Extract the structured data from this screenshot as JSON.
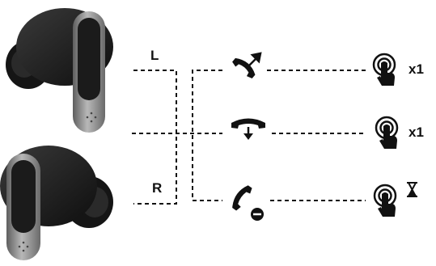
{
  "channels": {
    "left_label": "L",
    "right_label": "R"
  },
  "rows": [
    {
      "action": "answer-call",
      "action_icon": "phone-answer-icon",
      "gesture_icon": "touch-tap-icon",
      "count": "x1"
    },
    {
      "action": "hang-up",
      "action_icon": "phone-hangup-icon",
      "gesture_icon": "touch-tap-icon",
      "count": "x1"
    },
    {
      "action": "reject-call",
      "action_icon": "phone-reject-icon",
      "gesture_icon": "touch-hold-icon",
      "hold_icon": "hourglass-icon"
    }
  ],
  "colors": {
    "line": "#111111",
    "earbud_body": "#1c1c1c",
    "stem_metal": "#8a8a8a"
  }
}
